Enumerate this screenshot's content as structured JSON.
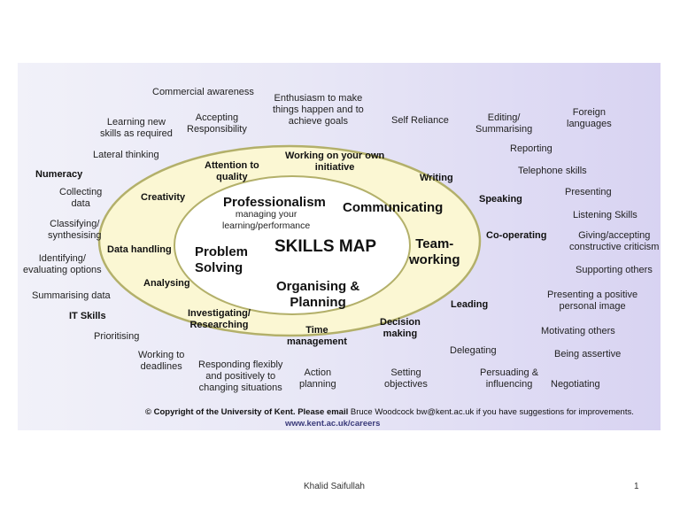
{
  "map": {
    "center_title": "SKILLS MAP",
    "inner": {
      "professionalism": "Professionalism",
      "professionalism_sub": [
        "managing your",
        "learning/performance"
      ],
      "communicating": "Communicating",
      "problem_solving": [
        "Problem",
        "Solving"
      ],
      "teamworking": [
        "Team-",
        "working"
      ],
      "organising": [
        "Organising &",
        "Planning"
      ]
    },
    "middle": {
      "attention": [
        "Attention to",
        "quality"
      ],
      "working_own": [
        "Working on your own",
        "initiative"
      ],
      "writing": "Writing",
      "creativity": "Creativity",
      "speaking": "Speaking",
      "data_handling": "Data handling",
      "cooperating": "Co-operating",
      "analysing": "Analysing",
      "leading": "Leading",
      "investigating": [
        "Investigating/",
        "Researching"
      ],
      "time_management": [
        "Time",
        "management"
      ],
      "decision_making": [
        "Decision",
        "making"
      ]
    },
    "outer": {
      "commercial": "Commercial awareness",
      "enthusiasm": [
        "Enthusiasm to make",
        "things happen and to",
        "achieve goals"
      ],
      "learning_new": [
        "Learning new",
        "skills as required"
      ],
      "accepting": [
        "Accepting",
        "Responsibility"
      ],
      "self_reliance": "Self Reliance",
      "editing": [
        "Editing/",
        "Summarising"
      ],
      "foreign": [
        "Foreign",
        "languages"
      ],
      "lateral": "Lateral thinking",
      "reporting": "Reporting",
      "numeracy": "Numeracy",
      "telephone": "Telephone skills",
      "collecting": [
        "Collecting",
        "data"
      ],
      "presenting": "Presenting",
      "classifying": [
        "Classifying/",
        "synthesising"
      ],
      "listening": "Listening Skills",
      "identifying": [
        "Identifying/",
        "evaluating options"
      ],
      "giving": [
        "Giving/accepting",
        "constructive criticism"
      ],
      "supporting": "Supporting others",
      "summarising": "Summarising data",
      "presenting_positive": [
        "Presenting a positive",
        "personal image"
      ],
      "it_skills": "IT Skills",
      "prioritising": "Prioritising",
      "motivating": "Motivating others",
      "delegating": "Delegating",
      "assertive": "Being assertive",
      "working_deadlines": [
        "Working to",
        "deadlines"
      ],
      "responding": [
        "Responding flexibly",
        "and positively to",
        "changing situations"
      ],
      "action_planning": [
        "Action",
        "planning"
      ],
      "setting_objectives": [
        "Setting",
        "objectives"
      ],
      "persuading": [
        "Persuading &",
        "influencing"
      ],
      "negotiating": "Negotiating"
    },
    "copyright": "© Copyright of the University of Kent. Please email",
    "contact_name": "Bruce Woodcock",
    "contact_rest": "bw@kent.ac.uk if you have suggestions for improvements.",
    "url": "www.kent.ac.uk/careers"
  },
  "footer": {
    "author": "Khalid Saifullah",
    "page_number": "1"
  },
  "colors": {
    "outer_ellipse_fill": "#fbf7d3",
    "outer_ellipse_stroke": "#b3b06a",
    "inner_ellipse_fill": "#ffffff",
    "background": "#e4e1f5"
  }
}
